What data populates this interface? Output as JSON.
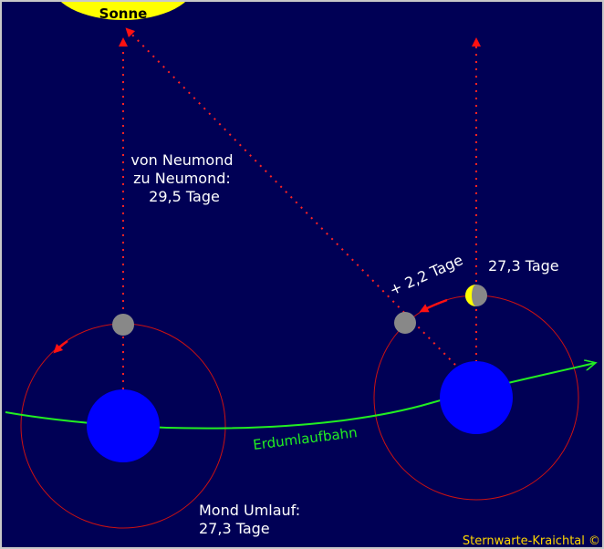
{
  "sun": {
    "label": "Sonne"
  },
  "labels": {
    "synodic": [
      "von Neumond",
      "zu Neumond:",
      "29,5 Tage"
    ],
    "sidereal_orbit": [
      "Mond Umlauf:",
      "27,3 Tage"
    ],
    "extra_days": "+ 2,2 Tage",
    "sidereal_days": "27,3 Tage",
    "earth_orbit": "Erdumlaufbahn"
  },
  "credit": "Sternwarte-Kraichtal ©",
  "colors": {
    "background": "#000055",
    "sun": "#ffff00",
    "earth": "#0000ff",
    "moon": "#888888",
    "moon_orbit": "#dd1111",
    "earth_orbit": "#22ee22",
    "sight_line": "#ff2222",
    "text": "#ffffff",
    "credit": "#ffd700"
  }
}
